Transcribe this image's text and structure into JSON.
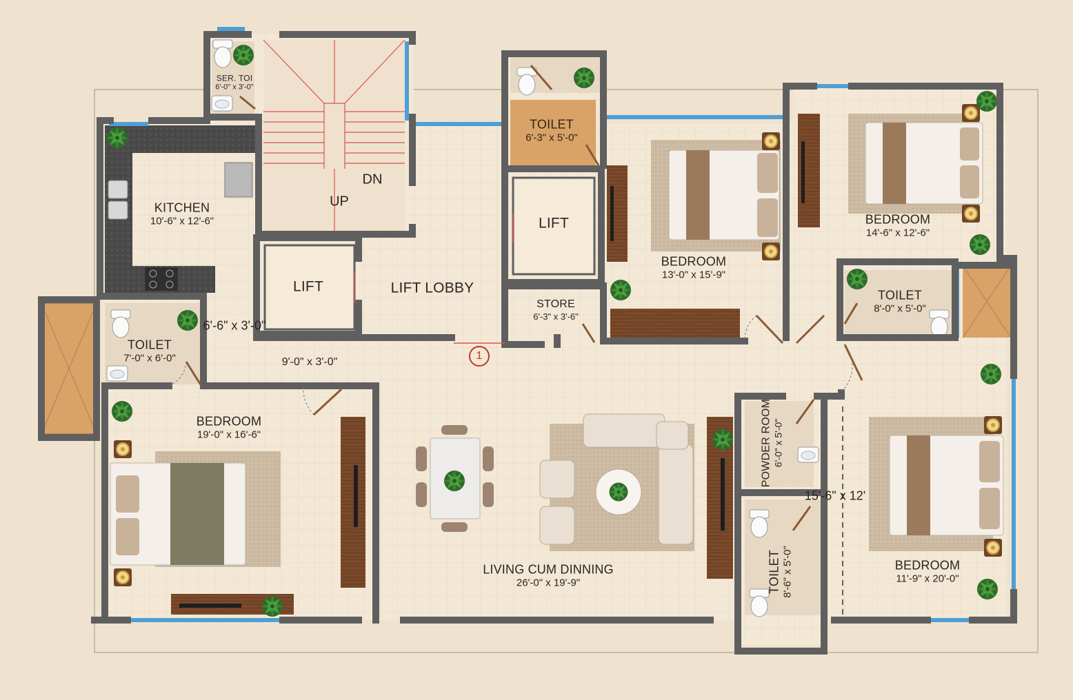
{
  "rooms": {
    "ser_toilet": {
      "name": "SER. TOI",
      "dim": "6'-0\" x 3'-0\""
    },
    "kitchen": {
      "name": "KITCHEN",
      "dim": "10'-6\" x 12'-6\""
    },
    "toilet_top": {
      "name": "TOILET",
      "dim": "6'-3\" x 5'-0\""
    },
    "lift_right": {
      "name": "LIFT"
    },
    "lift_left": {
      "name": "LIFT"
    },
    "lift_lobby": {
      "name": "LIFT LOBBY"
    },
    "store": {
      "name": "STORE",
      "dim": "6'-3\" x 3'-6\""
    },
    "bedroom_center": {
      "name": "BEDROOM",
      "dim": "13'-0\" x 15'-9\""
    },
    "bedroom_top_right": {
      "name": "BEDROOM",
      "dim": "14'-6\" x 12'-6\""
    },
    "toilet_right": {
      "name": "TOILET",
      "dim": "8'-0\" x 5'-0\""
    },
    "toilet_left": {
      "name": "TOILET",
      "dim": "7'-0\" x 6'-0\""
    },
    "bedroom_left": {
      "name": "BEDROOM",
      "dim": "19'-0\" x 16'-6\""
    },
    "living": {
      "name": "LIVING CUM DINNING",
      "dim": "26'-0\" x 19'-9\""
    },
    "powder_room": {
      "name": "POWDER ROOM",
      "dim": "6'-0\" x 5'-0\""
    },
    "toilet_bottom": {
      "name": "TOILET",
      "dim": "8'-6\" x 5'-0\""
    },
    "bedroom_bottom_right": {
      "name": "BEDROOM",
      "dim": "11'-9\" x 20'-0\""
    }
  },
  "stair": {
    "up": "UP",
    "down": "DN"
  },
  "annotations": {
    "passage_vertical": "6'-6\" x 3'-0\"",
    "passage_horizontal": "9'-0\" x 3'-0\"",
    "passage_right": "15'-6\" x 12'",
    "section_marker": "1"
  },
  "colors": {
    "wall": "#5f5f5f",
    "floor": "#f2e6d3",
    "window": "#4f9fd6",
    "wood": "#7a4a2b",
    "toilet_floor": "#d8a06a"
  }
}
